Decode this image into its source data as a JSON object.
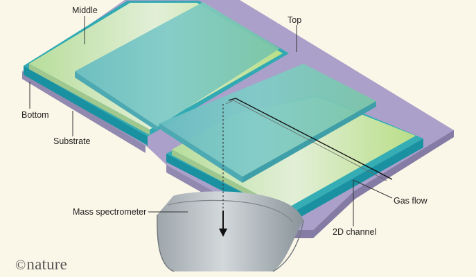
{
  "diagram": {
    "labels": {
      "middle": "Middle",
      "top": "Top",
      "bottom": "Bottom",
      "substrate": "Substrate",
      "gas_flow": "Gas flow",
      "mass_spectrometer": "Mass spectrometer",
      "channel_2d": "2D channel"
    }
  },
  "branding": {
    "copyright_symbol": "©",
    "publisher": "nature"
  },
  "colors": {
    "background": "#fbf7e8",
    "substrate": "#a99ecb",
    "bottom_layer": "#2ba7b1",
    "middle_layer": "#a6d39c",
    "top_layer": "#78c7bf",
    "spectrometer": "#8f969b"
  }
}
